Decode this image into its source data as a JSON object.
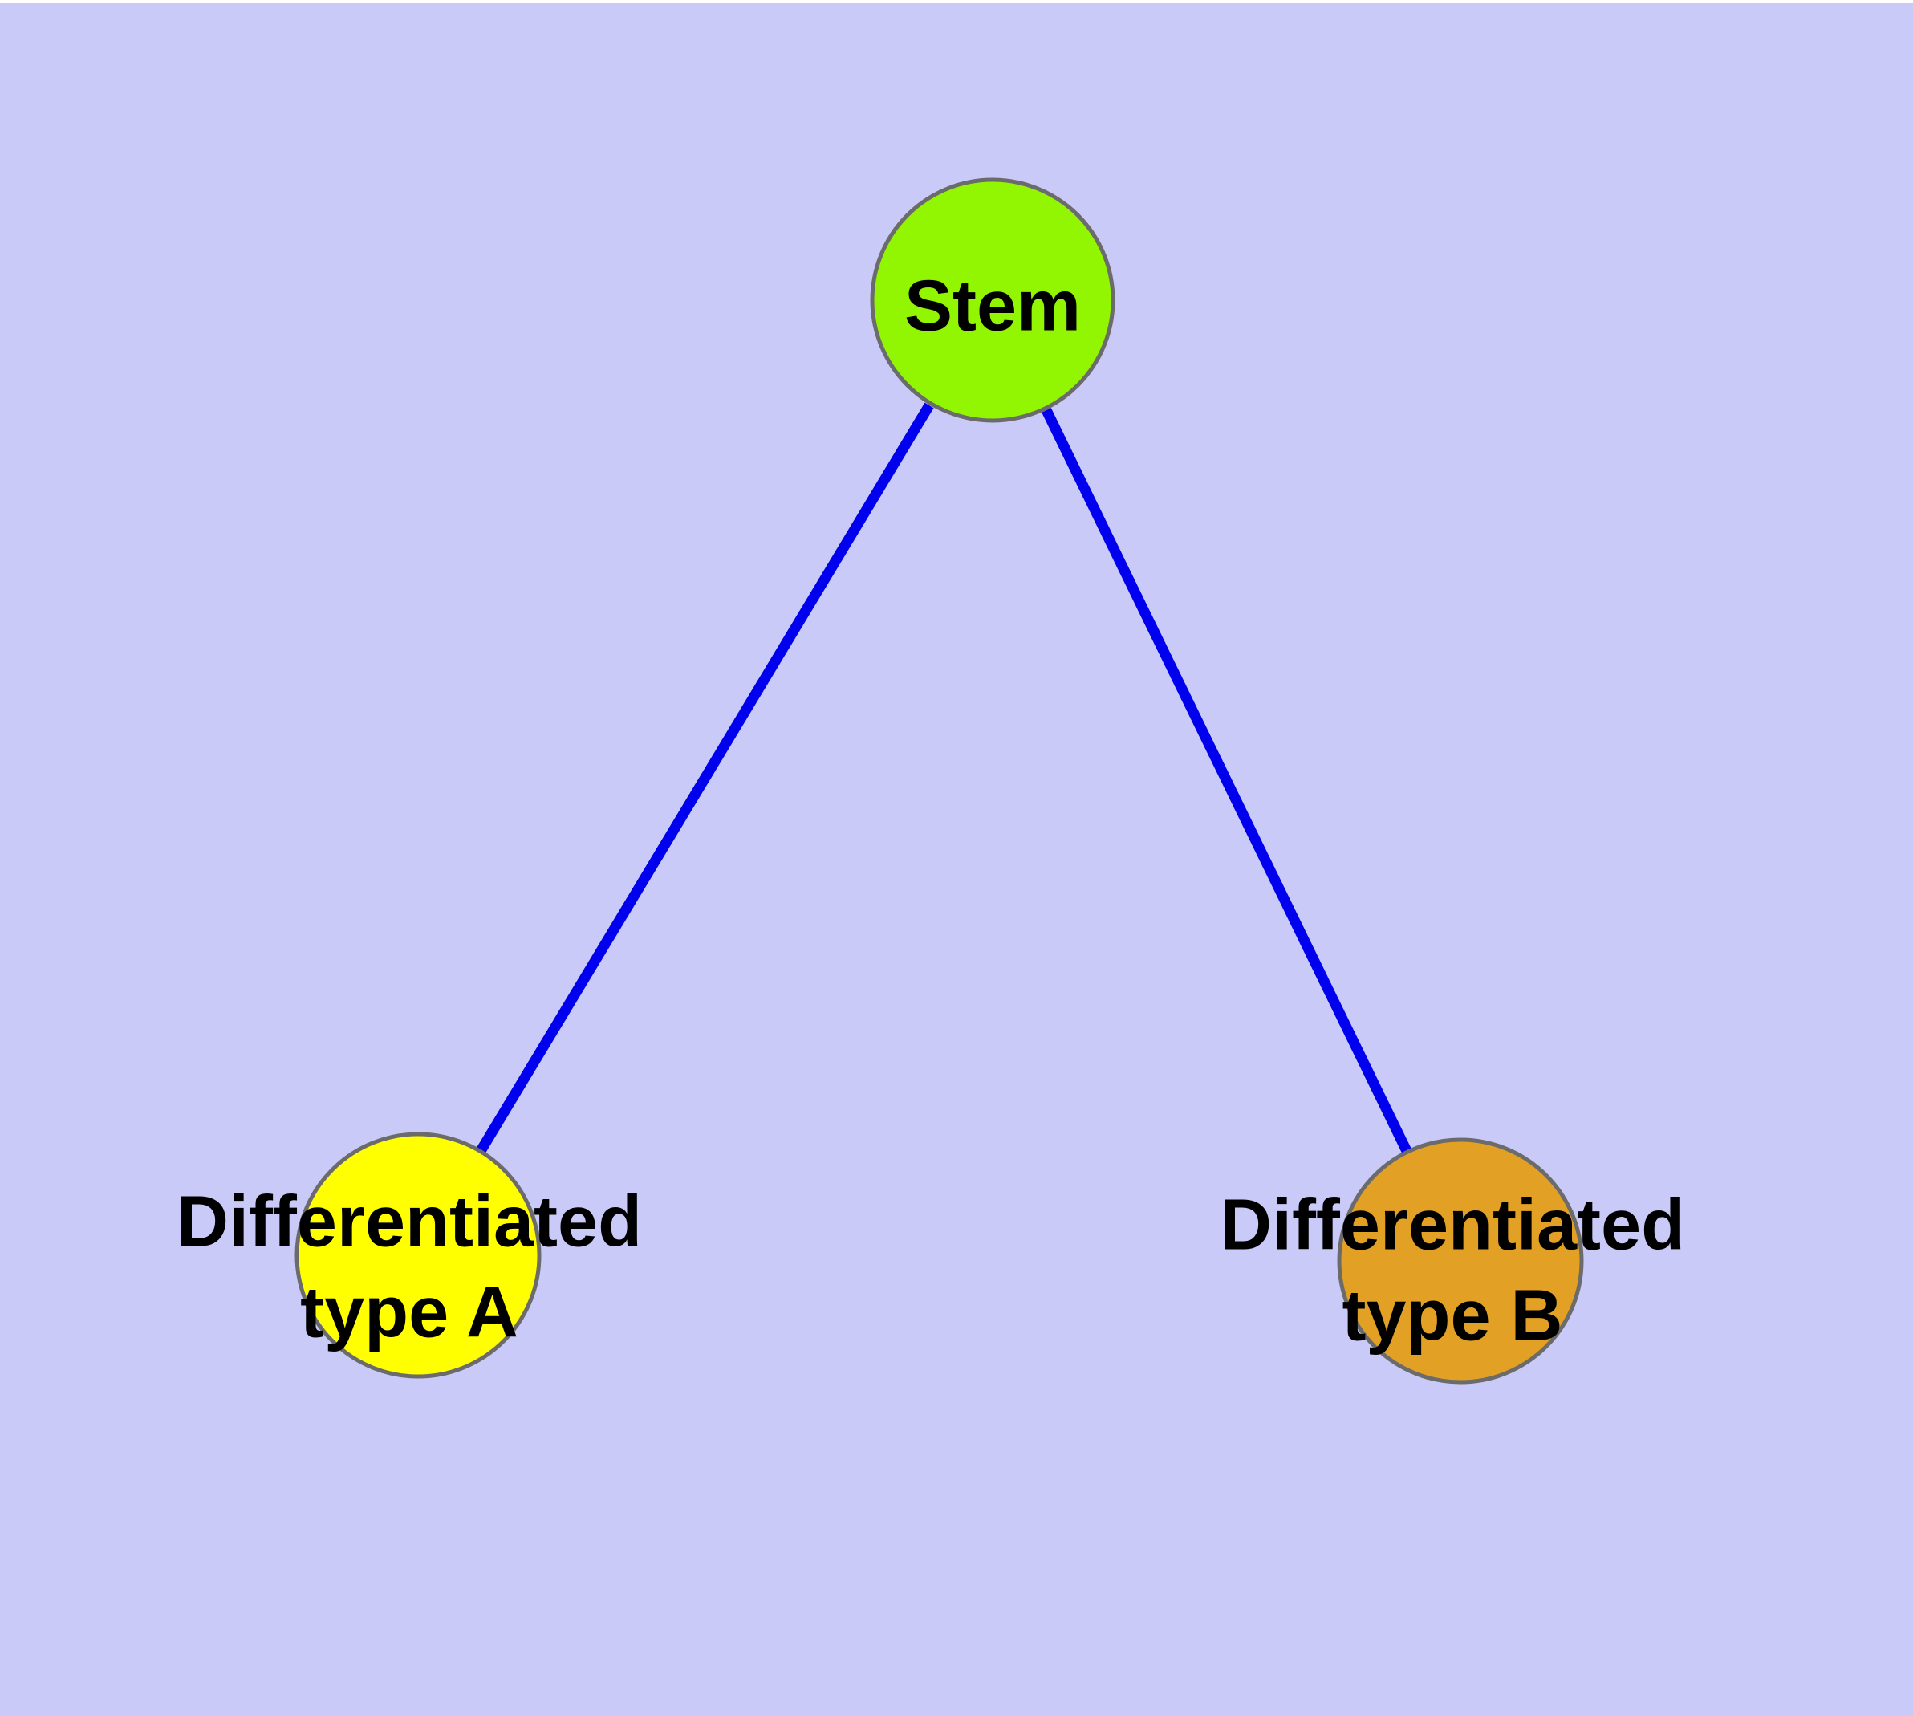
{
  "diagram": {
    "background_color": "#CACAF8",
    "top_strip_color": "#FFFFFF",
    "edge_color": "#0000EE",
    "node_border_color": "#6B6B6B",
    "label_color": "#000000",
    "nodes": [
      {
        "id": "stem",
        "label": "Stem",
        "fill": "#92F502"
      },
      {
        "id": "diff-a",
        "label": "Differentiated\ntype A",
        "fill": "#FFFF00"
      },
      {
        "id": "diff-b",
        "label": "Differentiated\ntype B",
        "fill": "#E2A024"
      }
    ],
    "edges": [
      {
        "from": "Stem",
        "to": "Differentiated type A"
      },
      {
        "from": "Stem",
        "to": "Differentiated type B"
      }
    ]
  }
}
